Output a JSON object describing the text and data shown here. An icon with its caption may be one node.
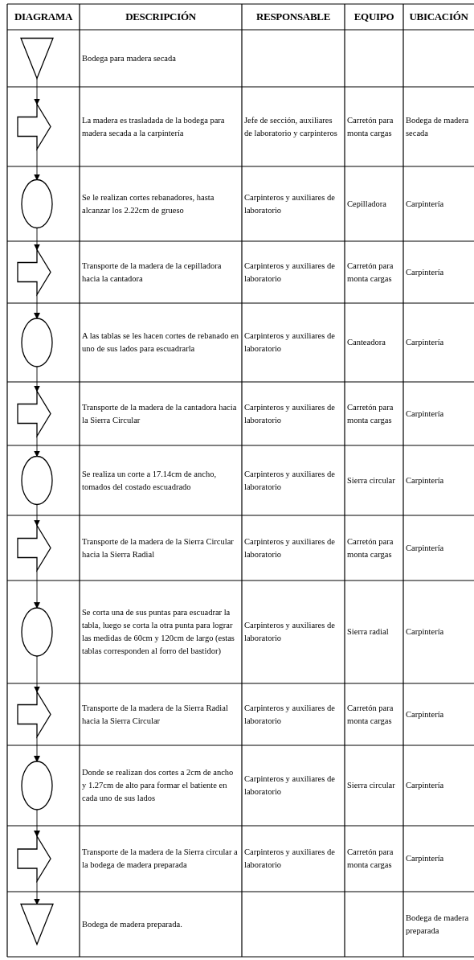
{
  "diagram": {
    "nodes": [
      {
        "text": [],
        "shape": "triangle"
      },
      {
        "text": [],
        "shape": "arrow"
      },
      {
        "text": [],
        "shape": "circle"
      },
      {
        "text": [],
        "shape": "arrow"
      },
      {
        "text": [],
        "shape": "circle"
      },
      {
        "text": [],
        "shape": "arrow"
      },
      {
        "text": [],
        "shape": "circle"
      },
      {
        "text": [],
        "shape": "arrow"
      },
      {
        "text": [],
        "shape": "circle"
      },
      {
        "text": [],
        "shape": "arrow"
      },
      {
        "text": [],
        "shape": "circle"
      },
      {
        "text": [],
        "shape": "arrow"
      },
      {
        "text": [],
        "shape": "triangle"
      }
    ],
    "edges": [
      {
        "from": 0,
        "to": 1,
        "arrow": "to"
      },
      {
        "from": 1,
        "to": 2,
        "arrow": "to"
      },
      {
        "from": 2,
        "to": 3,
        "arrow": "to"
      },
      {
        "from": 3,
        "to": 4,
        "arrow": "to"
      },
      {
        "from": 4,
        "to": 5,
        "arrow": "to"
      },
      {
        "from": 5,
        "to": 6,
        "arrow": "to"
      },
      {
        "from": 6,
        "to": 7,
        "arrow": "to"
      },
      {
        "from": 7,
        "to": 8,
        "arrow": "to"
      },
      {
        "from": 8,
        "to": 9,
        "arrow": "to"
      },
      {
        "from": 9,
        "to": 10,
        "arrow": "to"
      },
      {
        "from": 10,
        "to": 11,
        "arrow": "to"
      },
      {
        "from": 11,
        "to": 12,
        "arrow": "to"
      }
    ],
    "labels": [
      "DIAGRAMA",
      "DESCRIPCIÓN",
      "RESPONSABLE",
      "EQUIPO",
      "UBICACIÓN",
      "Bodega para madera secada",
      "La madera es trasladada de la bodega para madera secada a la carpintería",
      "Jefe de sección, auxiliares de laboratorio y carpinteros",
      "Carretón para monta cargas",
      "Bodega de madera secada",
      "Se le realizan cortes rebanadores, hasta alcanzar los 2.22cm de grueso",
      "Carpinteros y auxiliares de laboratorio",
      "Cepilladora",
      "Carpintería",
      "Transporte de la madera de la cepilladora hacia la cantadora",
      "Carpinteros y auxiliares de laboratorio",
      "Carretón para monta cargas",
      "Carpintería",
      "A las tablas se les hacen cortes de rebanado en uno de sus lados para escuadrarla",
      "Carpinteros y auxiliares de laboratorio",
      "Canteadora",
      "Carpintería",
      "Transporte de la madera de la cantadora hacia la Sierra Circular",
      "Carpinteros y auxiliares de laboratorio",
      "Carretón para monta cargas",
      "Carpintería",
      "Se realiza un corte a 17.14cm de ancho, tomados del costado escuadrado",
      "Carpinteros y auxiliares de laboratorio",
      "Sierra circular",
      "Carpintería",
      "Transporte de la madera de la Sierra Circular hacia la Sierra Radial",
      "Carpinteros y auxiliares de laboratorio",
      "Carretón para monta cargas",
      "Carpintería",
      "Se corta una de sus puntas para escuadrar la tabla, luego se corta la otra punta para lograr las medidas de 60cm y 120cm de largo (estas tablas corresponden al forro del bastidor)",
      "Carpinteros y auxiliares de laboratorio",
      "Sierra radial",
      "Carpintería",
      "Transporte de la madera de la Sierra Radial hacia la Sierra Circular",
      "Carpinteros y auxiliares de laboratorio",
      "Carretón para monta cargas",
      "Carpintería",
      "Donde se realizan dos cortes a 2cm de ancho y 1.27cm de alto para formar el batiente en cada uno de sus lados",
      "Carpinteros y auxiliares de laboratorio",
      "Sierra circular",
      "Carpintería",
      "Transporte de la madera de la Sierra circular a la bodega de madera preparada",
      "Carpinteros y auxiliares de laboratorio",
      "Carretón para monta cargas",
      "Carpintería",
      "Bodega de madera preparada.",
      "Bodega de madera preparada"
    ]
  }
}
